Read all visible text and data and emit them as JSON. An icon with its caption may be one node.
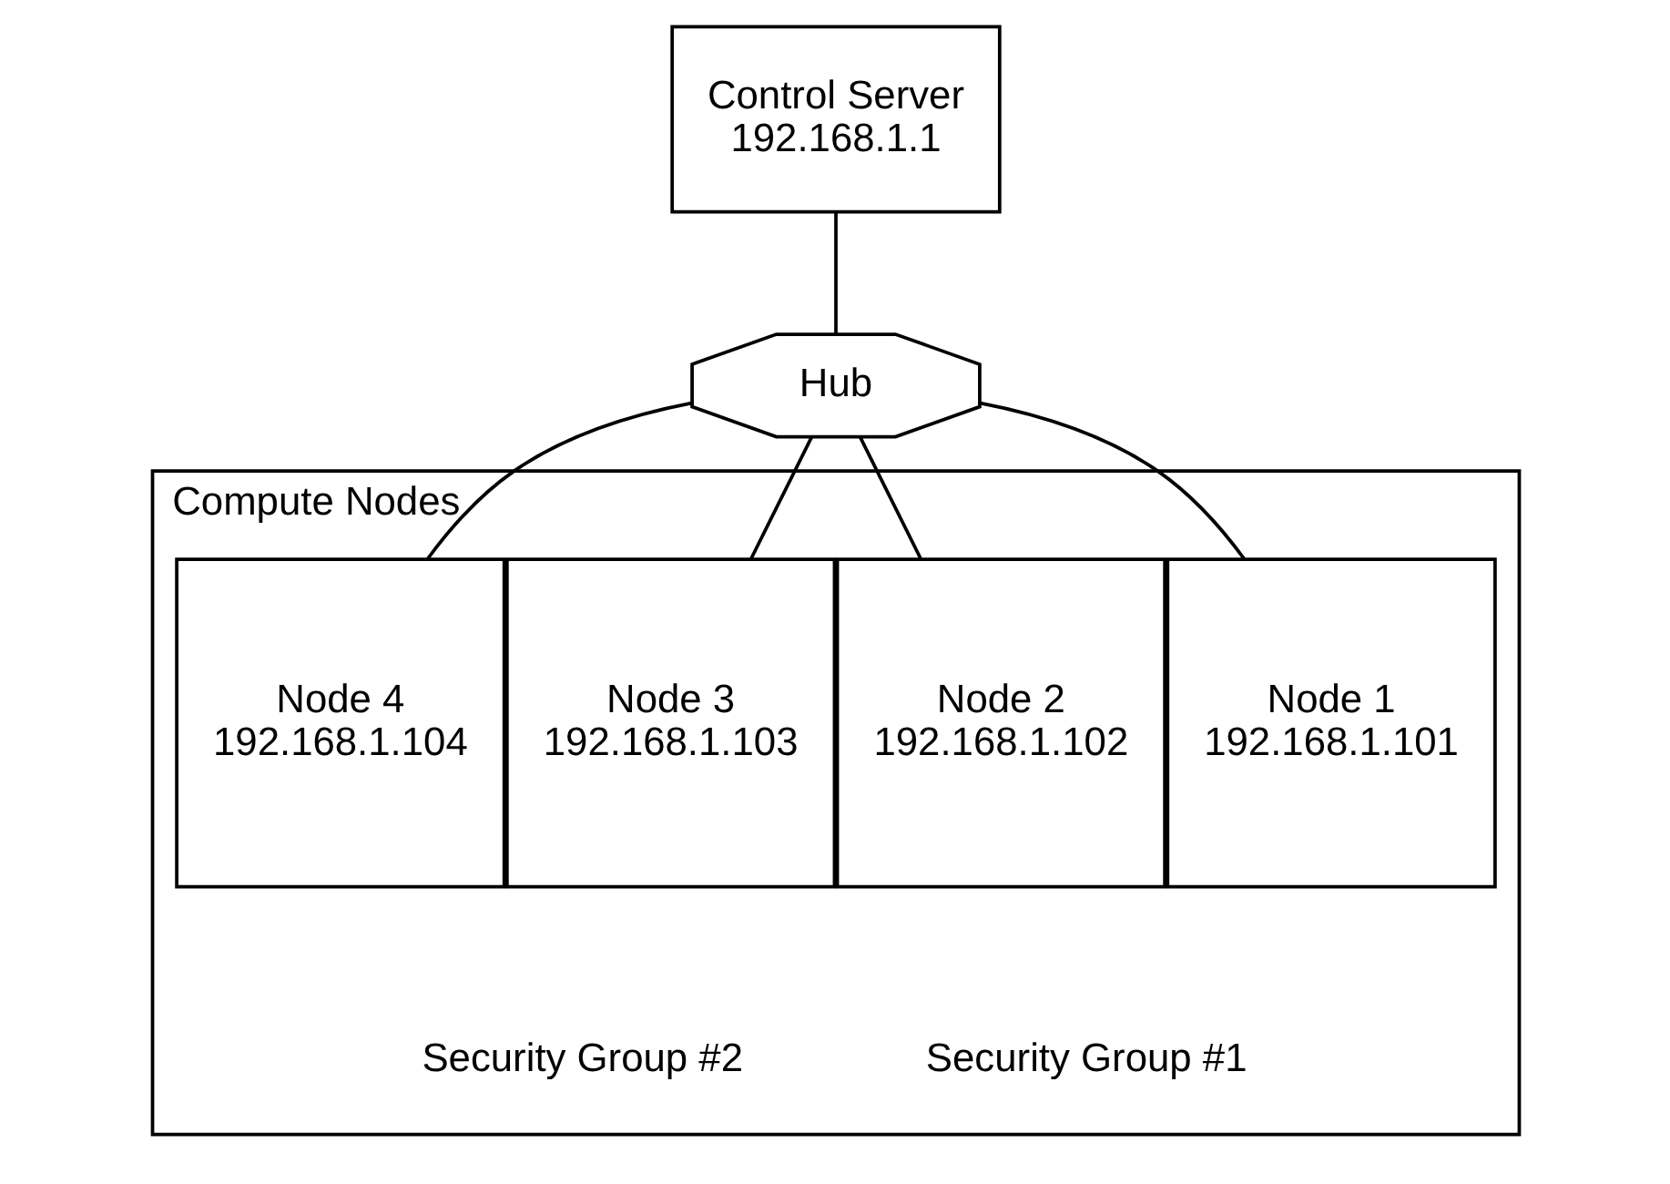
{
  "diagram": {
    "nodes": [
      {
        "text": [
          "Control Server",
          "192.168.1.1"
        ]
      },
      {
        "text": [
          "Hub"
        ]
      },
      {
        "text": [
          "Compute Nodes"
        ]
      },
      {
        "text": [
          "Node 1",
          "192.168.1.101"
        ],
        "in": 2
      },
      {
        "text": [
          "Node 2",
          "192.168.1.102"
        ],
        "in": 2
      },
      {
        "text": [
          "Node 3",
          "192.168.1.103"
        ],
        "in": 2
      },
      {
        "text": [
          "Node 4",
          "192.168.1.104"
        ],
        "in": 2
      }
    ],
    "edges": [
      {
        "from": 0,
        "to": 1,
        "arrow": "none"
      },
      {
        "from": 1,
        "to": 3,
        "arrow": "none"
      },
      {
        "from": 1,
        "to": 4,
        "arrow": "none"
      },
      {
        "from": 1,
        "to": 5,
        "arrow": "none"
      },
      {
        "from": 1,
        "to": 6,
        "arrow": "none"
      }
    ],
    "labels": [
      "Security Group #1",
      "Security Group #2"
    ]
  }
}
